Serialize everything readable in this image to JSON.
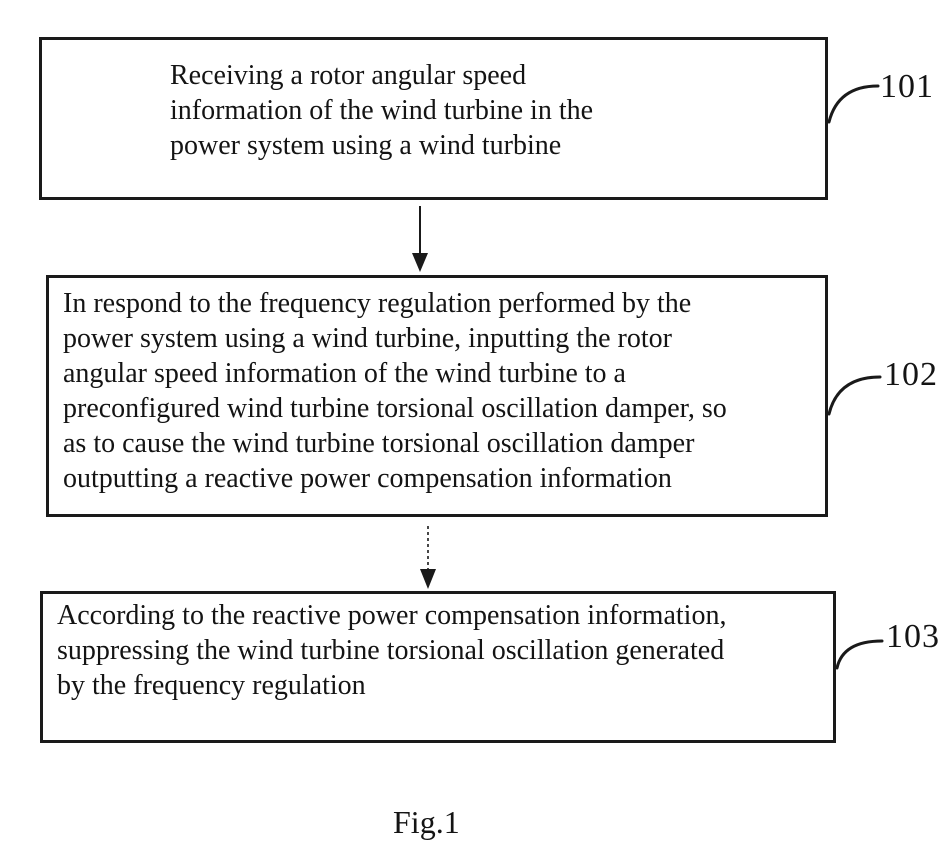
{
  "figure": {
    "caption": "Fig.1",
    "colors": {
      "ink": "#141414",
      "background": "#ffffff"
    },
    "steps": [
      {
        "label": "101",
        "text": "Receiving a rotor angular speed information of the wind turbine in the power system using a wind turbine",
        "lines": [
          "Receiving a rotor angular speed",
          "information of the wind turbine in the",
          "power system using a wind turbine"
        ]
      },
      {
        "label": "102",
        "text": "In respond to the frequency regulation performed by the power system using a wind turbine, inputting the rotor angular speed information of the wind turbine to a preconfigured wind turbine torsional oscillation damper, so as to cause the wind turbine torsional oscillation damper outputting a reactive power compensation information",
        "lines": [
          "In respond to the frequency regulation performed by the",
          "power system using a wind turbine, inputting the rotor",
          "angular speed information of the wind turbine to a",
          "preconfigured wind turbine torsional oscillation damper, so",
          "as to cause the wind turbine torsional oscillation damper",
          "outputting a reactive power compensation information"
        ]
      },
      {
        "label": "103",
        "text": "According to the reactive power compensation information, suppressing the wind turbine torsional oscillation generated by the frequency regulation",
        "lines": [
          "According to the reactive power compensation information,",
          "suppressing the wind turbine torsional oscillation generated",
          "by the frequency regulation"
        ]
      }
    ]
  }
}
